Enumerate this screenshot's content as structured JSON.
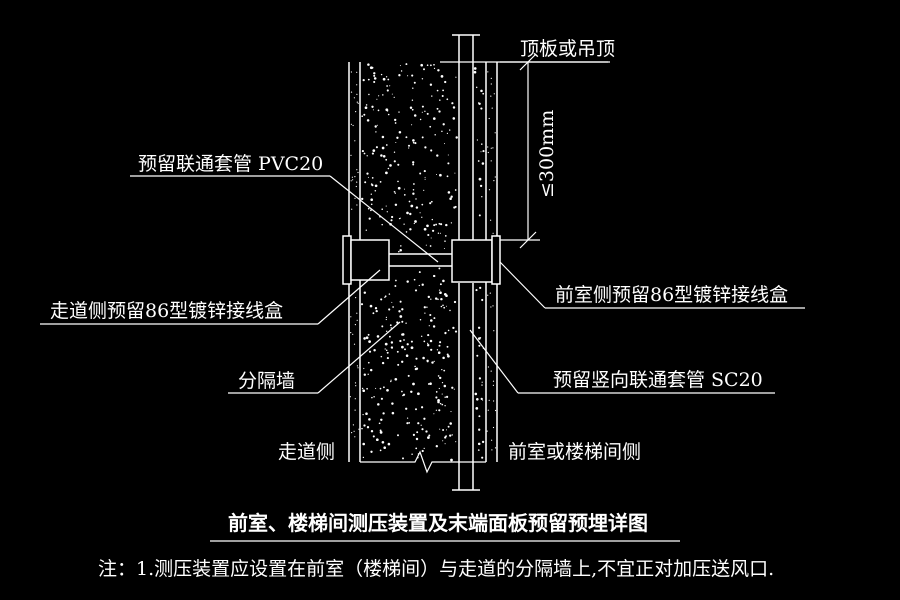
{
  "labels": {
    "ceiling": "顶板或吊顶",
    "dimension": "≤300mm",
    "pvc_sleeve": "预留联通套管  PVC20",
    "corridor_box": "走道侧预留86型镀锌接线盒",
    "anteroom_box": "前室侧预留86型镀锌接线盒",
    "partition_wall": "分隔墙",
    "vertical_sleeve": "预留竖向联通套管  SC20",
    "corridor_side": "走道侧",
    "anteroom_side": "前室或楼梯间侧"
  },
  "title": "前室、楼梯间测压装置及末端面板预留预埋详图",
  "note": "注：1.测压装置应设置在前室（楼梯间）与走道的分隔墙上,不宜正对加压送风口.",
  "colors": {
    "background": "#000000",
    "lines": "#ffffff",
    "pipe": "#d9d9d9"
  }
}
